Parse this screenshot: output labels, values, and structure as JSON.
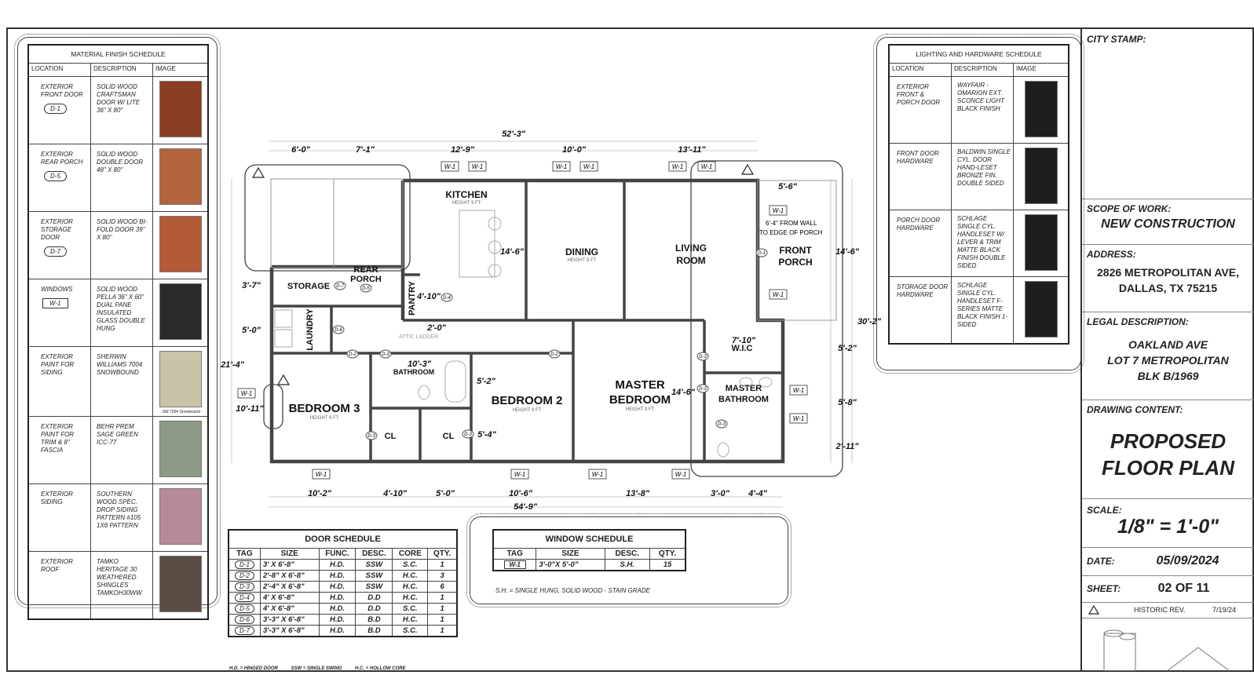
{
  "material_schedule": {
    "title": "MATERIAL FINISH SCHEDULE",
    "columns": [
      "LOCATION",
      "DESCRIPTION",
      "IMAGE"
    ],
    "rows": [
      {
        "location": "EXTERIOR FRONT DOOR",
        "tag": "D-1",
        "description": "SOLID WOOD CRAFTSMAN DOOR W/ LITE 36\" X 80\"",
        "swatch": "#8a3d22"
      },
      {
        "location": "EXTERIOR REAR PORCH",
        "tag": "D-5",
        "description": "SOLID WOOD DOUBLE DOOR 48\" X 80\"",
        "swatch": "#b4643c"
      },
      {
        "location": "EXTERIOR STORAGE DOOR",
        "tag": "D-7",
        "description": "SOLID WOOD BI-FOLD DOOR 39\" X 80\"",
        "swatch": "#b35a36"
      },
      {
        "location": "WINDOWS",
        "tag": "W-1",
        "description": "SOLID WOOD PELLA 36\" X 60\" DUAL PANE INSULATED GLASS DOUBLE HUNG",
        "swatch": "#2a2a2a"
      },
      {
        "location": "EXTERIOR PAINT FOR SIDING",
        "tag": "",
        "description": "SHERWIN WILLIAMS 7004 SNOWBOUND",
        "swatch": "#c9c3a8"
      },
      {
        "location": "EXTERIOR PAINT FOR TRIM & 8\" FASCIA",
        "tag": "",
        "description": "BEHR PREM SAGE GREEN ICC-77",
        "swatch": "#8d9a88"
      },
      {
        "location": "EXTERIOR SIDING",
        "tag": "",
        "description": "SOUTHERN WOOD SPEC. DROP SIDING PATTERN #105 1X6 PATTERN",
        "swatch": "#b78a98"
      },
      {
        "location": "EXTERIOR ROOF",
        "tag": "",
        "description": "TAMKO HERITAGE 30 WEATHERED SHINGLES TAMKOH30WW",
        "swatch": "#5a4b45"
      }
    ],
    "swatch_captions": {
      "paint": "SW 7004 Snowbound"
    }
  },
  "lighting_schedule": {
    "title": "LIGHTING AND HARDWARE SCHEDULE",
    "columns": [
      "LOCATION",
      "DESCRIPTION",
      "IMAGE"
    ],
    "rows": [
      {
        "location": "EXTERIOR FRONT & PORCH DOOR",
        "description": "WAYFAIR - OMARION EXT. SCONCE LIGHT BLACK FINISH"
      },
      {
        "location": "FRONT DOOR HARDWARE",
        "description": "BALDWIN SINGLE CYL. DOOR HAND-LESET BRONZE FIN. DOUBLE SIDED"
      },
      {
        "location": "PORCH DOOR HARDWARE",
        "description": "SCHLAGE SINGLE CYL. HANDLESET W/ LEVER & TRIM MATTE BLACK FINISH DOUBLE SIDED"
      },
      {
        "location": "STORAGE DOOR HARDWARE",
        "description": "SCHLAGE SINGLE CYL. HANDLESET F-SERIES MATTE BLACK FINISH 1-SIDED"
      }
    ]
  },
  "title_block": {
    "city_stamp_label": "CITY STAMP:",
    "scope_label": "SCOPE OF WORK:",
    "scope_value": "NEW CONSTRUCTION",
    "address_label": "ADDRESS:",
    "address_line1": "2826 METROPOLITAN AVE,",
    "address_line2": "DALLAS, TX 75215",
    "legal_label": "LEGAL DESCRIPTION:",
    "legal_line1": "OAKLAND AVE",
    "legal_line2": "LOT 7 METROPOLITAN",
    "legal_line3": "BLK B/1969",
    "drawing_label": "DRAWING CONTENT:",
    "drawing_line1": "PROPOSED",
    "drawing_line2": "FLOOR PLAN",
    "scale_label": "SCALE:",
    "scale_value": "1/8\" = 1'-0\"",
    "date_label": "DATE:",
    "date_value": "05/09/2024",
    "sheet_label": "SHEET:",
    "sheet_value": "02  OF  11",
    "revision_label": "HISTORIC REV.",
    "revision_date": "7/19/24"
  },
  "door_schedule": {
    "title": "DOOR SCHEDULE",
    "columns": [
      "TAG",
      "SIZE",
      "FUNC.",
      "DESC.",
      "CORE",
      "QTY."
    ],
    "rows": [
      [
        "D-1",
        "3' X 6'-8\"",
        "H.D.",
        "SSW",
        "S.C.",
        "1"
      ],
      [
        "D-2",
        "2'-8\" X 6'-8\"",
        "H.D.",
        "SSW",
        "H.C.",
        "3"
      ],
      [
        "D-3",
        "2'-4\" X 6'-8\"",
        "H.D.",
        "SSW",
        "H.C.",
        "6"
      ],
      [
        "D-4",
        "4' X 6'-8\"",
        "H.D.",
        "D.D",
        "H.C.",
        "1"
      ],
      [
        "D-5",
        "4' X 6'-8\"",
        "H.D.",
        "D.D",
        "S.C.",
        "1"
      ],
      [
        "D-6",
        "3'-3\" X 6'-8\"",
        "H.D.",
        "B.D",
        "H.C.",
        "1"
      ],
      [
        "D-7",
        "3'-3\" X 6'-8\"",
        "H.D.",
        "B.D",
        "S.C.",
        "1"
      ]
    ],
    "legend": "H.D. = HINGED DOOR          SSW = SINGLE SWING          H.C. = HOLLOW CORE"
  },
  "window_schedule": {
    "title": "WINDOW SCHEDULE",
    "columns": [
      "TAG",
      "SIZE",
      "DESC.",
      "QTY."
    ],
    "rows": [
      [
        "W-1",
        "3'-0\"X 5'-0\"",
        "S.H.",
        "15"
      ]
    ],
    "note": "S.H. = SINGLE HUNG, SOLID WOOD - STAIN GRADE"
  },
  "plan": {
    "rooms": [
      "KITCHEN",
      "DINING",
      "LIVING",
      "ROOM",
      "FRONT",
      "PORCH",
      "STORAGE",
      "REAR",
      "PORCH",
      "PANTRY",
      "LAUNDRY",
      "BEDROOM 3",
      "BEDROOM 2",
      "MASTER",
      "BEDROOM",
      "MASTER",
      "BATHROOM",
      "W.I.C",
      "BATHROOM",
      "CL",
      "CL"
    ],
    "height_note": "HEIGHT 9 FT",
    "attic": "ATTIC LADDER",
    "porch_note_1": "6'-4\" FROM WALL",
    "porch_note_2": "TO EDGE OF PORCH",
    "window_tag": "W-1",
    "dims_top": [
      "52'-3\"",
      "6'-0\"",
      "7'-1\"",
      "12'-9\"",
      "10'-0\"",
      "13'-11\""
    ],
    "dims_bottom": [
      "10'-2\"",
      "4'-10\"",
      "5'-0\"",
      "10'-6\"",
      "13'-8\"",
      "3'-0\"",
      "4'-4\"",
      "54'-9\""
    ],
    "dims_left": [
      "3'-7\"",
      "5'-0\"",
      "21'-4\"",
      "10'-11\""
    ],
    "dims_right": [
      "14'-6\"",
      "30'-2\"",
      "5'-2\"",
      "5'-8\"",
      "2'-11\""
    ],
    "dims_inner": [
      "5'-6\"",
      "14'-6\"",
      "4'-10\"",
      "2'-0\"",
      "10'-3\"",
      "5'-2\"",
      "5'-4\"",
      "14'-6\"",
      "7'-10\""
    ],
    "door_tags": [
      "D-7",
      "D-5",
      "D-4",
      "D-6",
      "D-2",
      "D-3",
      "D-2",
      "D-1",
      "D-3",
      "D-3",
      "D-3",
      "D-3",
      "D-3"
    ]
  }
}
